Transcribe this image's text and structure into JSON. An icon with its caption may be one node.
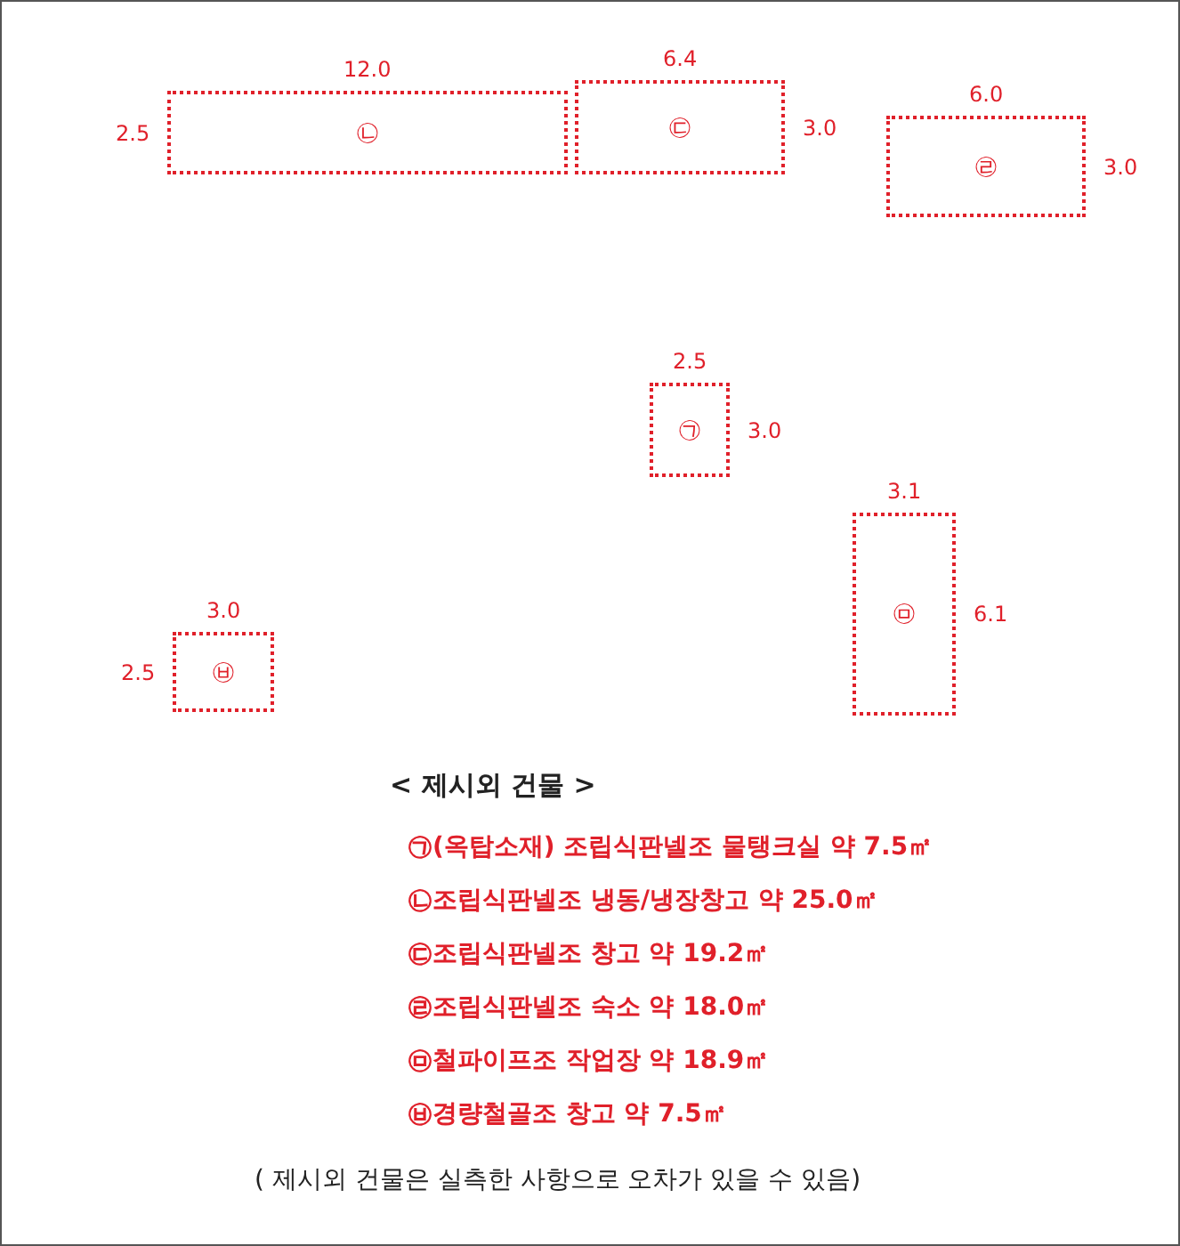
{
  "diagram": {
    "caption": "( 제시외 건물은 실측한 사항으로 오차가 있을 수 있음)",
    "nodes": [
      {
        "text": [
          "㉡"
        ],
        "beside": [
          "12.0",
          "2.5"
        ]
      },
      {
        "text": [
          "㉢"
        ],
        "beside": [
          "6.4",
          "3.0"
        ]
      },
      {
        "text": [
          "㉣"
        ],
        "beside": [
          "6.0",
          "3.0"
        ]
      },
      {
        "text": [
          "㉠"
        ],
        "beside": [
          "2.5",
          "3.0"
        ]
      },
      {
        "text": [
          "㉤"
        ],
        "beside": [
          "3.1",
          "6.1"
        ]
      },
      {
        "text": [
          "㉥"
        ],
        "beside": [
          "3.0",
          "2.5"
        ]
      }
    ],
    "labels": [
      "< 제시외 건물 >",
      "㉠(옥탑소재) 조립식판넬조 물탱크실 약 7.5㎡",
      "㉡조립식판넬조 냉동/냉장창고 약 25.0㎡",
      "㉢조립식판넬조 창고 약 19.2㎡",
      "㉣조립식판넬조 숙소 약 18.0㎡",
      "㉤철파이프조 작업장 약 18.9㎡",
      "㉥경량철골조 창고 약 7.5㎡"
    ]
  }
}
